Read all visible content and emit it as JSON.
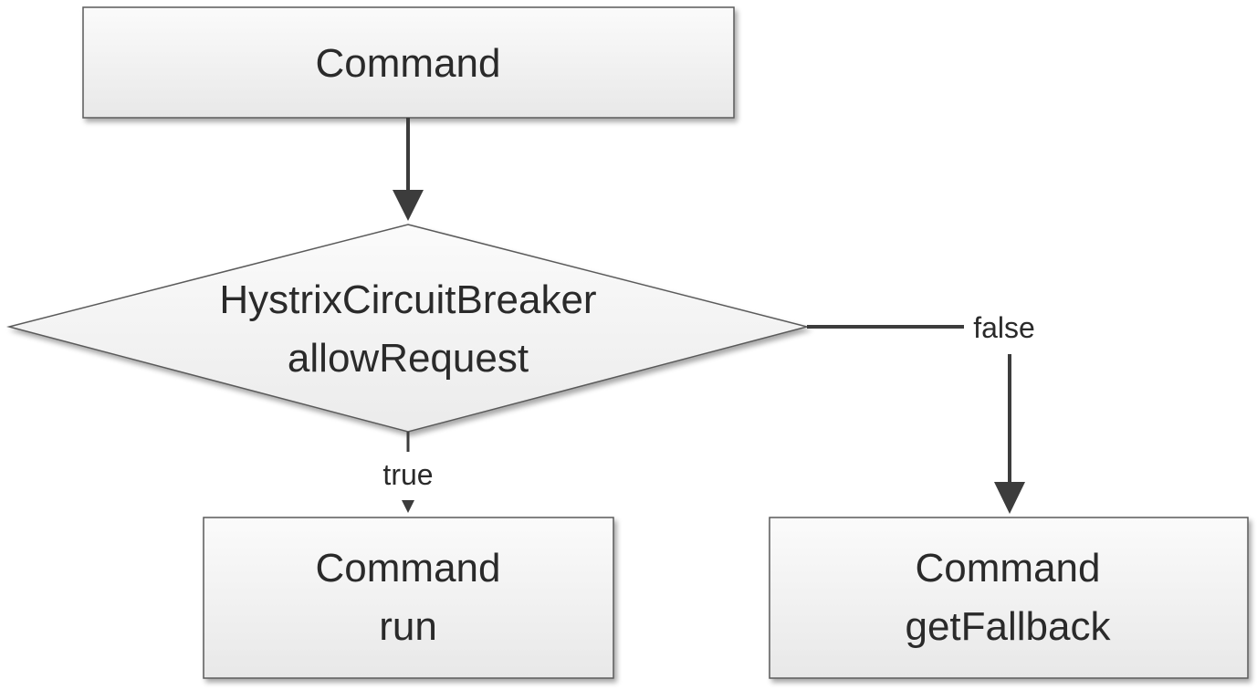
{
  "diagram": {
    "nodes": {
      "command": {
        "line1": "Command"
      },
      "decision": {
        "line1": "HystrixCircuitBreaker",
        "line2": "allowRequest"
      },
      "run": {
        "line1": "Command",
        "line2": "run"
      },
      "fallback": {
        "line1": "Command",
        "line2": "getFallback"
      }
    },
    "edges": {
      "true_label": "true",
      "false_label": "false"
    }
  },
  "colors": {
    "box_fill_top": "#fbfbfb",
    "box_fill_bottom": "#e9e9e9",
    "stroke": "#5a5a5a",
    "arrow": "#3c3c3c",
    "text": "#2a2a2a"
  }
}
